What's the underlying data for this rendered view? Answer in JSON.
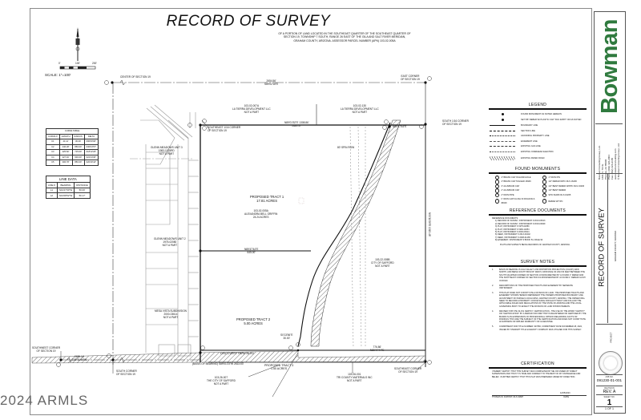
{
  "document": {
    "title": "RECORD OF SURVEY",
    "subtitle_lines": [
      "OF A PORTION OF LAND LOCATED IN THE SOUTHEAST QUARTER OF THE SOUTHEAST QUARTER OF",
      "SECTION 19, TOWNSHIP 7 SOUTH, RANGE 26 EAST OF THE GILA AND SALT RIVER MERIDIAN,",
      "GRAHAM COUNTY, ARIZONA. ASSESSOR PARCEL NUMBER (APN) 103-02-005A"
    ],
    "watermark": "2024 ARMLS"
  },
  "north_arrow": {
    "scale_ticks": [
      "0'",
      "100'",
      "200'"
    ],
    "scale_label": "SCALE: 1\"=100'"
  },
  "curve_table": {
    "title": "CURVE TABLE",
    "headers": [
      "CURVE #",
      "LENGTH",
      "RADIUS",
      "DELTA"
    ],
    "rows": [
      [
        "C1",
        "41.12'",
        "30.00'",
        "090'00'00\""
      ],
      [
        "C2",
        "446.28'",
        "850.00'",
        "030'04'57\""
      ],
      [
        "C3",
        "225.82'",
        "715.00'",
        "018'12'26\""
      ],
      [
        "C4",
        "227.46'",
        "600.00'",
        "022'44'30\""
      ],
      [
        "C5",
        "306.78'",
        "850.00'",
        "020'40'44\""
      ]
    ]
  },
  "line_data": {
    "title": "LINE DATA",
    "headers": [
      "LINE #",
      "BEARING",
      "DISTANCE"
    ],
    "rows": [
      [
        "L1",
        "S01'27'00\"W",
        "50.00'"
      ],
      [
        "L2",
        "S01'08'52\"W",
        "50.17'"
      ]
    ]
  },
  "map_labels": {
    "center_of_section": "CENTER OF SECTION 19",
    "east_corner": [
      "EAST CORNER",
      "OF SECTION 19"
    ],
    "south_1_16_corner": [
      "SOUTH 1/16 CORNER",
      "OF SECTION 19"
    ],
    "se_1_16_corner": [
      "SOUTHEAST 1/16 CORNER",
      "OF SECTION 19"
    ],
    "sw_corner": [
      "SOUTHWEST CORNER",
      "OF SECTION 19"
    ],
    "south_corner": [
      "SOUTH CORNER",
      "OF SECTION 19"
    ],
    "se_corner": [
      "SOUTHEAST CORNER",
      "OF SECTION 19"
    ],
    "top_bearing": [
      "2654.56'",
      "S89'02'18\"E"
    ],
    "north_line_bearing": [
      "N89'01'52\"E  1308.86'",
      "1320.17'"
    ],
    "bottom_left_bearing": [
      "2639.14'",
      "S89'01'44\"W"
    ],
    "basis_of_bearing": "(BASIS OF BEARING) S89'01'23\"W  2613.53'",
    "east_line_bearing": "N00'11'08\"E  1315.48'",
    "tract1_north_dim": "N89'47'44\"E",
    "tract1_south_dim": [
      "N89'47'44\"E",
      "645.00'"
    ],
    "bottom_right_dim": [
      "776.86'",
      "N89'47'44\"E"
    ],
    "row_label": "80' SPIN ROW",
    "discovery_park_blvd": "DISCOVERY PARK BLVD",
    "small_bearing": [
      "S0'13'56\"E",
      "30.00'"
    ]
  },
  "parcels": [
    {
      "id": "103-02-007A",
      "owner": "LA TIERRA DEVELOPMENT LLC",
      "note": "NOT A PART"
    },
    {
      "id": "103-02-130",
      "owner": "LA TIERRA DEVELOPMENT LLC",
      "note": "NOT A PART"
    },
    {
      "id": "103-02-005A",
      "owner": "ALEXANDRA BELL GRIFFIN",
      "note": "24.24 ACRES"
    },
    {
      "id": "103-22-005B",
      "owner": "CITY OF SAFFORD",
      "note": "NOT A PART"
    },
    {
      "id": "103-26-007",
      "owner": "THE CITY OF SAFFORD",
      "note": "NOT A PART"
    },
    {
      "id": "103-26-001",
      "owner": "TRI COUNTY MATERIALS INC",
      "note": "NOT A PART"
    }
  ],
  "subdivisions": [
    {
      "name": "GLENN MEADOWS UNIT 3",
      "rec": "1983-1025RD",
      "note": "NOT A PART"
    },
    {
      "name": "GLENN MEADOWS UNIT 2",
      "rec": "1975-02080",
      "note": "NOT A PART"
    },
    {
      "name": "MESA VISTA SUBDIVISION",
      "rec": "2000-03614",
      "note": "NOT A PART"
    }
  ],
  "tracts": [
    {
      "name": "PROPOSED TRACT 1",
      "area": "17.81 ACRES"
    },
    {
      "name": "PROPOSED TRACT 2",
      "area": "5.00 ACRES"
    },
    {
      "name": "PROPOSED TRACT 3",
      "area": "1.50 ACRES"
    }
  ],
  "legend": {
    "heading": "LEGEND",
    "items": [
      {
        "symbol": "dot",
        "label": "FOUND MONUMENT AS NOTED HEREON"
      },
      {
        "symbol": "dot",
        "label": "SET 5/8\" REBAR W/ PLASTIC CAP \"RLS 32687\" OR AS NOTED"
      },
      {
        "symbol": "solid",
        "label": "BOUNDARY LINE"
      },
      {
        "symbol": "section",
        "label": "SECTION LINE"
      },
      {
        "symbol": "dashdot",
        "label": "ADJOINING PROPERTY LINE"
      },
      {
        "symbol": "dashed",
        "label": "EASEMENT LINE"
      },
      {
        "symbol": "gas",
        "label": "EXISTING GAS LINE"
      },
      {
        "symbol": "ohe",
        "label": "EXISTING OVERHEAD ELECTRIC"
      },
      {
        "symbol": "hatch",
        "label": "EXISTING PAVED ROAD"
      }
    ]
  },
  "found_monuments": {
    "heading": "FOUND MONUMENTS",
    "items": [
      {
        "n": "1",
        "label": "4\" BRASS CAP IN HAND HOLE"
      },
      {
        "n": "7",
        "label": "1\" IRON PIN"
      },
      {
        "n": "2",
        "label": "4\" BRASS CAP TAGGED 16946"
      },
      {
        "n": "8",
        "label": "1/2\" REBAR W/PC RLS 16206"
      },
      {
        "n": "3",
        "label": "3\" ALUMINUM CAP"
      },
      {
        "n": "9",
        "label": "1/2\" BENT REBAR W/PPC RLS 16206"
      },
      {
        "n": "4",
        "label": "2\" ALUMINUM CAP"
      },
      {
        "n": "10",
        "label": "1/2\" BENT REBAR"
      },
      {
        "n": "5",
        "label": "2\" IRON PIPE"
      },
      {
        "n": "11",
        "label": "SPIC MARK RLS 16205"
      },
      {
        "n": "6",
        "label": "1\" IRON CAP FLUSH IN ROAD RLS 45049"
      },
      {
        "n": "12",
        "label": "REBAR W/YPC"
      }
    ]
  },
  "reference_documents": {
    "heading": "REFERENCE DOCUMENTS",
    "intro": "REFERENCE DOCUMENTS:",
    "items": [
      "1)  RECORD OF SURVEY, INSTRUMENT # 2013-03613",
      "2)  RECORD OF SURVEY, INSTRUMENT # 2019-00949",
      "3)  PLAT, INSTRUMENT # 1975-02080",
      "4)  PLAT, INSTRUMENT # 1983-10254",
      "5)  PLAT, INSTRUMENT # 2000-03614",
      "6)  DEED, INSTRUMENT # 2013-00402",
      "7)  DEED, INSTRUMENT # 2008-01465",
      "8)  EASEMENT, INSTRUMENT # BOOK 54, PAGE 94"
    ],
    "footer": "PLATS AND SURVEYS BEING RECORDS OF GRAHAM COUNTY, ARIZONA."
  },
  "survey_notes": {
    "heading": "SURVEY NOTES",
    "items": [
      {
        "n": "1.",
        "text": "BASIS OF BEARING IS GILA VALLEY LOW DISTORTION PROJECTION (GVLDP) GRID NORTH, AND BEING SOUTH 89'01'23\" WEST A DISTANCE OF 2613.53 FEET BETWEEN THE SOUTH QUARTER CORNER OF SECTION 19 MONUMENTED BY A FOUND 1\" REBAR AND THE SOUTHEAST CORNER OF SECTION 19 MONUMENTED BY A FOUND 1\" REBAR FLUSH IN ROAD."
      },
      {
        "n": "2.",
        "text": "DESCRIPTIONS OF THE PROPOSED TRACTS AND EASEMENT BY SEPARATE INSTRUMENT."
      },
      {
        "n": "3.",
        "text": "THIS PLAT DOES NOT CONSTITUTE A DIVISION OF LAND. THE PROPOSED TRACTS AND EASEMENT SHOWN HEREON REPRESENT THE OWNERS PROPOSED BOUNDARY LINE ADJUSTMENT OF PARCELS 103-02-005A, GRAHAM COUNTY, ARIZONA. THE OWNER WILL NEED TO RECORD A PROPERTY CONVEYANCE FOR EACH TRACT AND FOLLOW THE APPLICABLE RULES AND REGULATIONS OF THE STATE OF ARIZONA AND THE LOCAL GOVERNING BODY TO EFFECT THE DIVISION OF LAND SHOWN HEREON."
      },
      {
        "n": "4.",
        "text": "REVISED STATUTE 32-151 CERTIFY, CERTIFICATION - THE USE OF THE WORD \"CERTIFY\" OR \"CERTIFICATION\" BY A PERSON OR FIRM THAT IS REGISTERED OR CERTIFIED BY THE BOARD IS AN EXPRESSION OF PROFESSIONAL OPINION REGARDING FACTS OR FINDINGS THAT ARE THE SUBJECT OF THE CERTIFICATION AND DOES NOT CONSTITUTE AN EXPRESS OR IMPLIED WARRANTY OR GUARANTEE."
      },
      {
        "n": "5.",
        "text": "COMMITMENT FOR TITLE NUMBER: 907650, COMMITMENT DATE NOVEMBER 28, 2022, ISSUED BY STEWART TITLE GUARANTY COMPANY WAS UTILIZED FOR THIS SURVEY."
      }
    ]
  },
  "certification": {
    "heading": "CERTIFICATION",
    "text": "I HEREBY CERTIFY THAT THIS SURVEY WAS COMPLETED BY ME OR UNDER MY DIRECT SUPERVISION AND THAT IT IS TRUE AND CORRECT TO THE BEST OF MY KNOWLEDGE AND BELIEF. I FURTHER CERTIFY THAT THIS PLAT WAS PREPARED UNDER MY DIRECTION.",
    "signer": "THOMAS W. DUPONT, RLS 32687",
    "date_value": "12/05/2023",
    "date_label": "DATE"
  },
  "title_block": {
    "company": "Bowman",
    "brand_color": "#2f7a3e",
    "address_lines": [
      "Bowman Consulting Group, Ltd.",
      "1601 N. 7th St.",
      "Phoenix, AZ 85006",
      "Phone: (602) 426-2004",
      "Fax: (602) 426-2165",
      "www.bowmanconsulting.com",
      "© Bowman Consulting Group, Ltd."
    ],
    "sheet_title": "RECORD OF SURVEY",
    "county": "GRAHAM COUNTY, ARIZONA",
    "project_label": "PROJECT",
    "job_no_label": "JOB NO.",
    "job_no": "091230-01-001",
    "revision_label": "REVISION",
    "revision": "REV. A",
    "sheet_no_label": "SHEET NO.",
    "sheet_no": "1",
    "sheet_of": "1 OF 1"
  }
}
